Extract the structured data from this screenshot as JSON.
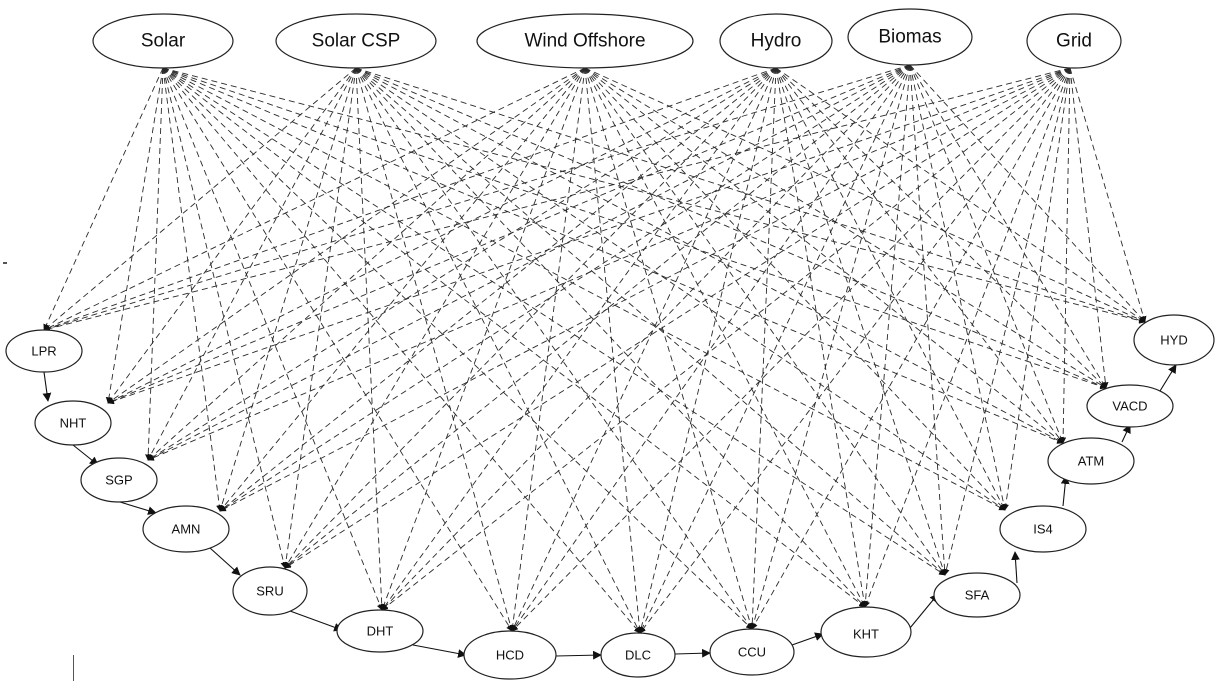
{
  "sources": [
    {
      "id": "solar",
      "label": "Solar"
    },
    {
      "id": "solar-csp",
      "label": "Solar CSP"
    },
    {
      "id": "wind-offshore",
      "label": "Wind Offshore"
    },
    {
      "id": "hydro",
      "label": "Hydro"
    },
    {
      "id": "biomas",
      "label": "Biomas"
    },
    {
      "id": "grid",
      "label": "Grid"
    }
  ],
  "units": [
    {
      "id": "lpr",
      "label": "LPR"
    },
    {
      "id": "nht",
      "label": "NHT"
    },
    {
      "id": "sgp",
      "label": "SGP"
    },
    {
      "id": "amn",
      "label": "AMN"
    },
    {
      "id": "sru",
      "label": "SRU"
    },
    {
      "id": "dht",
      "label": "DHT"
    },
    {
      "id": "hcd",
      "label": "HCD"
    },
    {
      "id": "dlc",
      "label": "DLC"
    },
    {
      "id": "ccu",
      "label": "CCU"
    },
    {
      "id": "kht",
      "label": "KHT"
    },
    {
      "id": "sfa",
      "label": "SFA"
    },
    {
      "id": "is4",
      "label": "IS4"
    },
    {
      "id": "atm",
      "label": "ATM"
    },
    {
      "id": "vacd",
      "label": "VACD"
    },
    {
      "id": "hyd",
      "label": "HYD"
    }
  ],
  "edges": {
    "supply": "every source → every unit",
    "flow_sequence": [
      "LPR",
      "NHT",
      "SGP",
      "AMN",
      "SRU",
      "DHT",
      "HCD",
      "DLC",
      "CCU",
      "KHT",
      "SFA",
      "IS4",
      "ATM",
      "VACD",
      "HYD"
    ]
  },
  "colors": {
    "stroke": "#222222",
    "fill": "#ffffff",
    "text": "#111111"
  }
}
